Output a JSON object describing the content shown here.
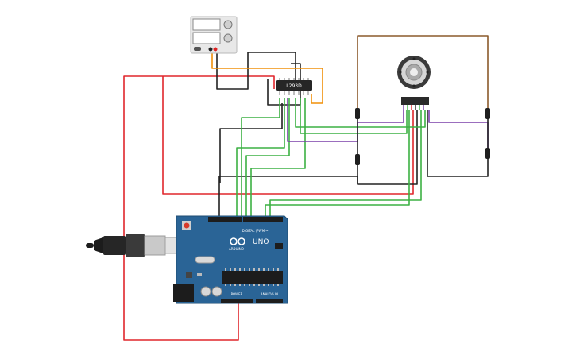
{
  "circuit": {
    "driver_label": "L293D",
    "board": {
      "name": "UNO",
      "brand": "ARDUINO",
      "digital_header_label": "DIGITAL (PWM ~)",
      "power_header_label": "POWER",
      "analog_header_label": "ANALOG IN"
    }
  },
  "colors": {
    "wire_red": "#e0262c",
    "wire_black": "#222222",
    "wire_green": "#3cb043",
    "wire_orange": "#f0900a",
    "wire_brown": "#8b5a2b",
    "wire_purple": "#7a3fa8",
    "board_blue": "#2a6496",
    "supply_panel": "#e8e8e8"
  }
}
